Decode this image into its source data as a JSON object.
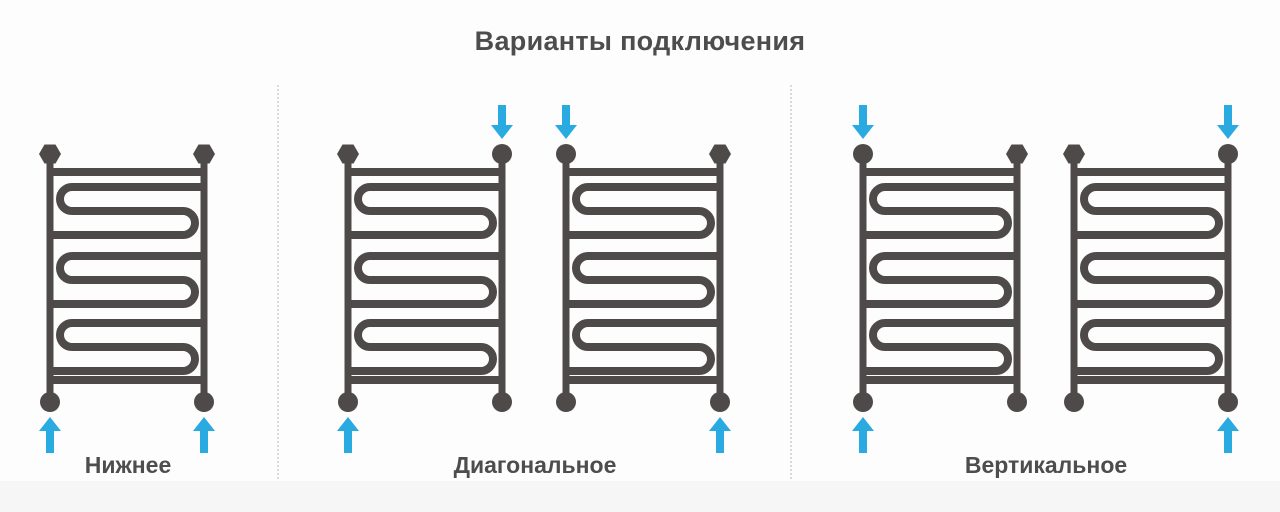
{
  "title": "Варианты подключения",
  "colors": {
    "line": "#4f4a4a",
    "arrow": "#29abe2",
    "text": "#4d4d4d",
    "separator": "#d9d9d9",
    "background": "#fdfdfd",
    "footer_band": "#f6f6f6"
  },
  "groups": [
    {
      "id": "bottom",
      "label": "Нижнее",
      "radiators": [
        {
          "arrows": [
            "bottom-left",
            "bottom-right"
          ]
        }
      ]
    },
    {
      "id": "diagonal",
      "label": "Диагональное",
      "radiators": [
        {
          "arrows": [
            "top-right",
            "bottom-left"
          ]
        },
        {
          "arrows": [
            "top-left",
            "bottom-right"
          ]
        }
      ]
    },
    {
      "id": "vertical",
      "label": "Вертикальное",
      "radiators": [
        {
          "arrows": [
            "top-left",
            "bottom-left"
          ]
        },
        {
          "arrows": [
            "top-right",
            "bottom-right"
          ]
        }
      ]
    }
  ]
}
